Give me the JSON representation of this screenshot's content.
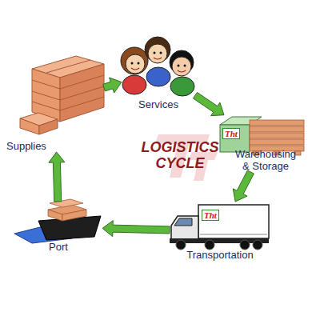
{
  "diagram": {
    "title": "LOGISTICS CYCLE",
    "nodes": [
      {
        "text": [
          "Services"
        ]
      },
      {
        "text": [
          "Warehousing & Storage"
        ]
      },
      {
        "text": [
          "Transportation"
        ]
      },
      {
        "text": [
          "Port"
        ]
      },
      {
        "text": [
          "Supplies"
        ]
      }
    ],
    "edges": [
      {
        "from": 4,
        "to": 0,
        "arrow": "to"
      },
      {
        "from": 0,
        "to": 1,
        "arrow": "to"
      },
      {
        "from": 1,
        "to": 2,
        "arrow": "to"
      },
      {
        "from": 2,
        "to": 3,
        "arrow": "to"
      },
      {
        "from": 3,
        "to": 4,
        "arrow": "to"
      }
    ],
    "labels": [
      "Tht",
      "Tht"
    ]
  }
}
